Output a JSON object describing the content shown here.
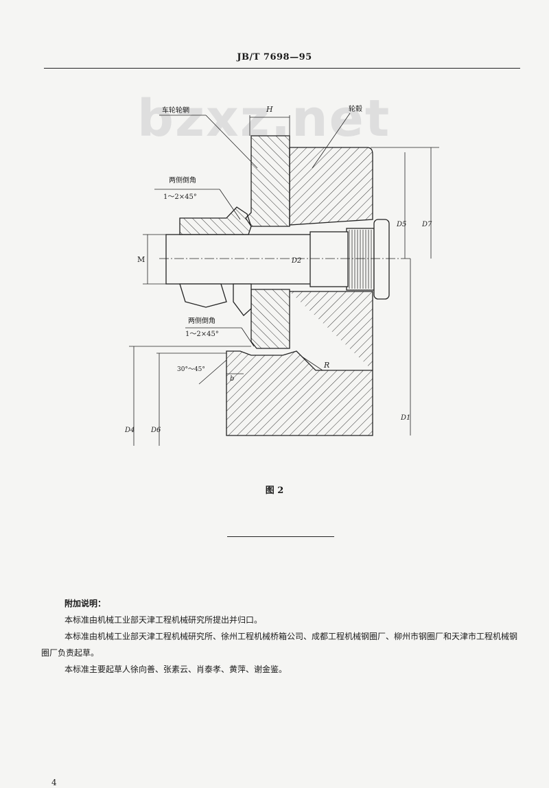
{
  "header": {
    "code": "JB/T 7698—95"
  },
  "watermark": "bzxz.net",
  "figure": {
    "labels": {
      "rim": "车轮轮辋",
      "hub": "轮毂",
      "chamfer_top_title": "两侧倒角",
      "chamfer_top_value": "1～2×45°",
      "chamfer_bottom_title": "两侧倒角",
      "chamfer_bottom_value": "1～2×45°",
      "H": "H",
      "M": "M",
      "D2": "D2",
      "D5": "D5",
      "D7": "D7",
      "D1": "D1",
      "D4": "D4",
      "D6": "D6",
      "R": "R",
      "b": "b",
      "angle": "30°～45°"
    },
    "caption": "图 2"
  },
  "notes": {
    "title": "附加说明：",
    "paragraphs": [
      "本标准由机械工业部天津工程机械研究所提出并归口。",
      "本标准由机械工业部天津工程机械研究所、徐州工程机械桥箱公司、成都工程机械钢圈厂、柳州市钢圈厂和天津市工程机械钢圈厂负责起草。",
      "本标准主要起草人徐向善、张素云、肖泰孝、黄萍、谢金鉴。"
    ]
  },
  "page_number": "4"
}
